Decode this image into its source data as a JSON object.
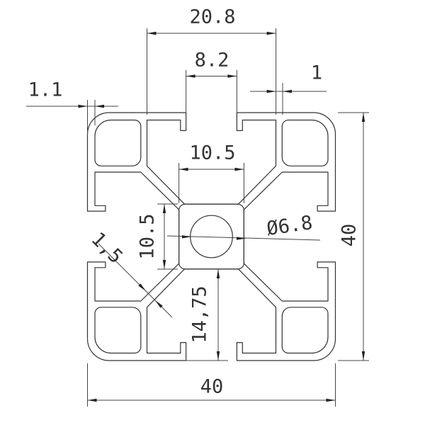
{
  "drawing": {
    "title": "40x40 aluminium T-slot extrusion profile cross-section",
    "background": "#ffffff",
    "line_color": "#333333"
  },
  "dimensions": {
    "top_cavity_width": {
      "label": "20.8"
    },
    "slot_opening": {
      "label": "8.2"
    },
    "inner_wall": {
      "label": "1"
    },
    "outer_wall": {
      "label": "1.1"
    },
    "core_width": {
      "label": "10.5"
    },
    "core_height": {
      "label": "10.5"
    },
    "bore_diameter": {
      "label": "Ø6.8"
    },
    "web_thickness": {
      "label": "1,5"
    },
    "core_to_face": {
      "label": "14,75"
    },
    "overall_width": {
      "label": "40"
    },
    "overall_height": {
      "label": "40"
    }
  }
}
